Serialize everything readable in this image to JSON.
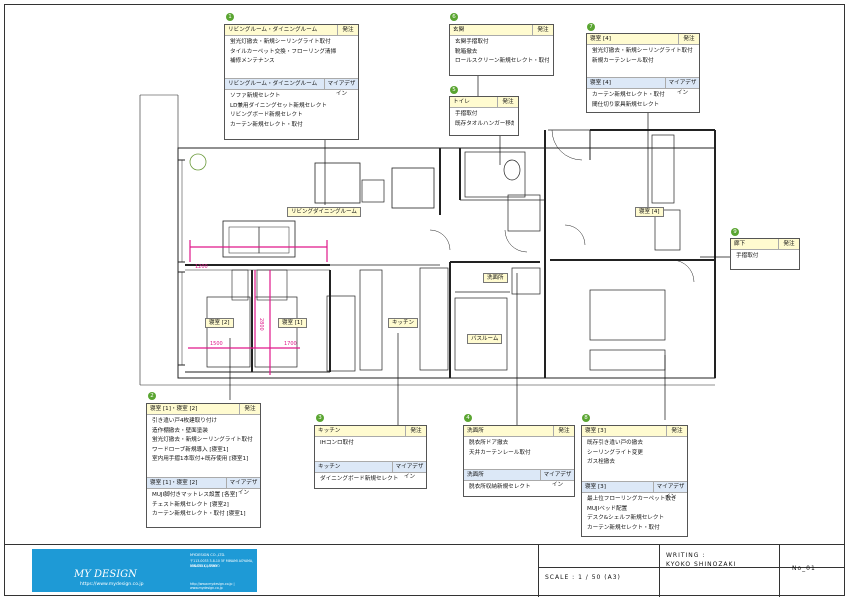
{
  "rooms": {
    "living": "リビングダイニングルーム",
    "bed2": "寝室 [2]",
    "bed1": "寝室 [1]",
    "kitchen": "キッチン",
    "bath": "バスルーム",
    "washroom": "洗面所",
    "bed4": "寝室 [4]"
  },
  "dimensions": {
    "d1": "1500",
    "d2": "1700",
    "d3": "2800",
    "d4": "1200"
  },
  "callouts": {
    "c1": {
      "num": "1",
      "title": "リビングルーム・ダイニングルーム",
      "tag": "発注",
      "items": [
        "蛍光灯撤去・新規シーリングライト取付",
        "タイルカーペット交換・フローリング清掃",
        "補修メンテナンス"
      ],
      "title2": "リビングルーム・ダイニングルーム",
      "tag2": "マイアデザイン",
      "items2": [
        "ソファ新規セレクト",
        "LD兼用ダイニングセット新規セレクト",
        "リビングボード新規セレクト",
        "カーテン新規セレクト・取付"
      ]
    },
    "c6": {
      "num": "6",
      "title": "玄関",
      "tag": "発注",
      "items": [
        "玄関手摺取付",
        "靴箱撤去",
        "ロールスクリーン新規セレクト・取付"
      ]
    },
    "c5": {
      "num": "5",
      "title": "トイレ",
      "tag": "発注",
      "items": [
        "手摺取付",
        "既存タオルハンガー移設"
      ]
    },
    "c7": {
      "num": "7",
      "title": "寝室 [4]",
      "tag": "発注",
      "items": [
        "蛍光灯撤去・新規シーリングライト取付",
        "新規カーテンレール取付"
      ],
      "title2": "寝室 [4]",
      "tag2": "マイアデザイン",
      "items2": [
        "カーテン新規セレクト・取付",
        "間仕切り家具新規セレクト"
      ]
    },
    "c9": {
      "num": "9",
      "title": "廊下",
      "tag": "発注",
      "items": [
        "手摺取付"
      ]
    },
    "c2": {
      "num": "2",
      "title": "寝室 [1]・寝室 [2]",
      "tag": "発注",
      "items": [
        "引き違い戸4枚建取り付け",
        "造作棚撤去・壁面塗装",
        "蛍光灯撤去・新規シーリングライト取付",
        "ワードローブ新規導入 [寝室1]",
        "室内用手摺1本取付+既存使用 [寝室1]"
      ],
      "title2": "寝室 [1]・寝室 [2]",
      "tag2": "マイアデザイン",
      "items2": [
        "MUJI脚付きマットレス設置 [各室]",
        "チェスト新規セレクト [寝室2]",
        "カーテン新規セレクト・取付 [寝室1]"
      ]
    },
    "c3": {
      "num": "3",
      "title": "キッチン",
      "tag": "発注",
      "items": [
        "IHコンロ取付"
      ],
      "title2": "キッチン",
      "tag2": "マイアデザイン",
      "items2": [
        "ダイニングボード新規セレクト"
      ]
    },
    "c4": {
      "num": "4",
      "title": "洗面所",
      "tag": "発注",
      "items": [
        "脱衣所ドア撤去",
        "天井カーテンレール取付"
      ],
      "title2": "洗面所",
      "tag2": "マイアデザイン",
      "items2": [
        "脱衣所収納新規セレクト"
      ]
    },
    "c8": {
      "num": "8",
      "title": "寝室 [3]",
      "tag": "発注",
      "items": [
        "既存引き違い戸の撤去",
        "シーリングライト変更",
        "ガス栓撤去"
      ],
      "title2": "寝室 [3]",
      "tag2": "マイアデザイン",
      "items2": [
        "最上位フローリングカーペット敷き",
        "MUJIベッド配置",
        "デスク&シェルフ新規セレクト",
        "カーテン新規セレクト・取付"
      ]
    }
  },
  "titleblock": {
    "brand": "MY DESIGN",
    "website": "https://www.mydesign.co.jp",
    "company": "MYDESIGN CO.,LTD.",
    "address1": "〒113-0033 3-8-10 5F MINAMI AOYAMA, MINATO-KU TOKYO",
    "address2": "150-0001, JAPAN",
    "urls": "http://www.mydesign.co.jp  |  www.mydesign.co.jp",
    "scale": "SCALE : 1 / 50 (A3)",
    "writing_label": "WRITING :",
    "writer": "KYOKO SHINOZAKI",
    "number": "No_01"
  },
  "colors": {
    "accent_green": "#5aa531",
    "dim_magenta": "#e0178a",
    "logo_blue": "#1e9ad6",
    "header_yellow": "#fffbd0",
    "header_blue": "#dce8f7"
  }
}
